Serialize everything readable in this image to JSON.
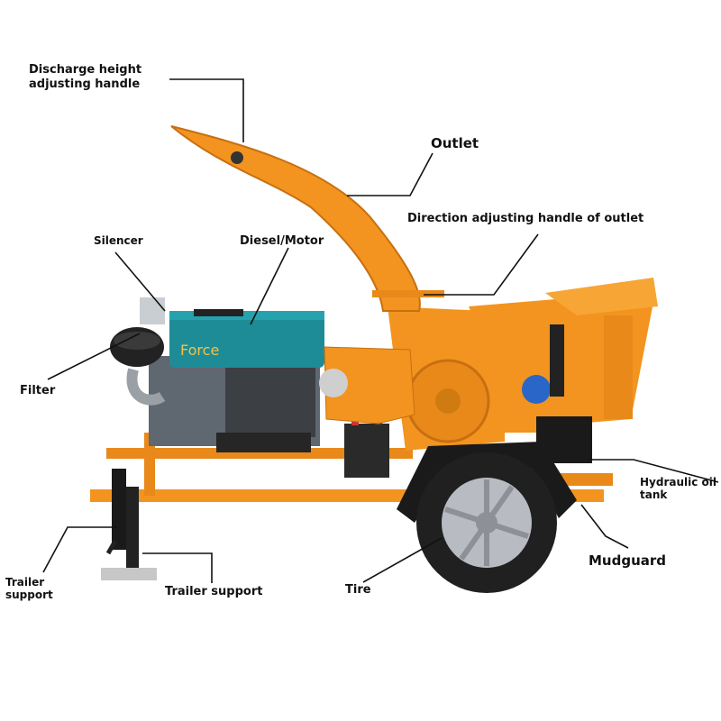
{
  "labels": {
    "discharge_height_handle": "Discharge height adjusting handle",
    "outlet": "Outlet",
    "direction_handle": "Direction adjusting handle of outlet",
    "silencer": "Silencer",
    "diesel_motor": "Diesel/Motor",
    "filter": "Filter",
    "hydraulic_oil_tank": "Hydraulic oil tank",
    "mudguard": "Mudguard",
    "tire": "Tire",
    "trailer_support_left": "Trailer support",
    "trailer_support_right": "Trailer support"
  },
  "engine_brand": "Force",
  "colors": {
    "machine_orange": "#f2941f",
    "engine_teal": "#1e8c96",
    "frame_dark": "#1a1a1a",
    "tire_black": "#202020",
    "rim_silver": "#b8bcc2",
    "leader_line": "#111111"
  }
}
